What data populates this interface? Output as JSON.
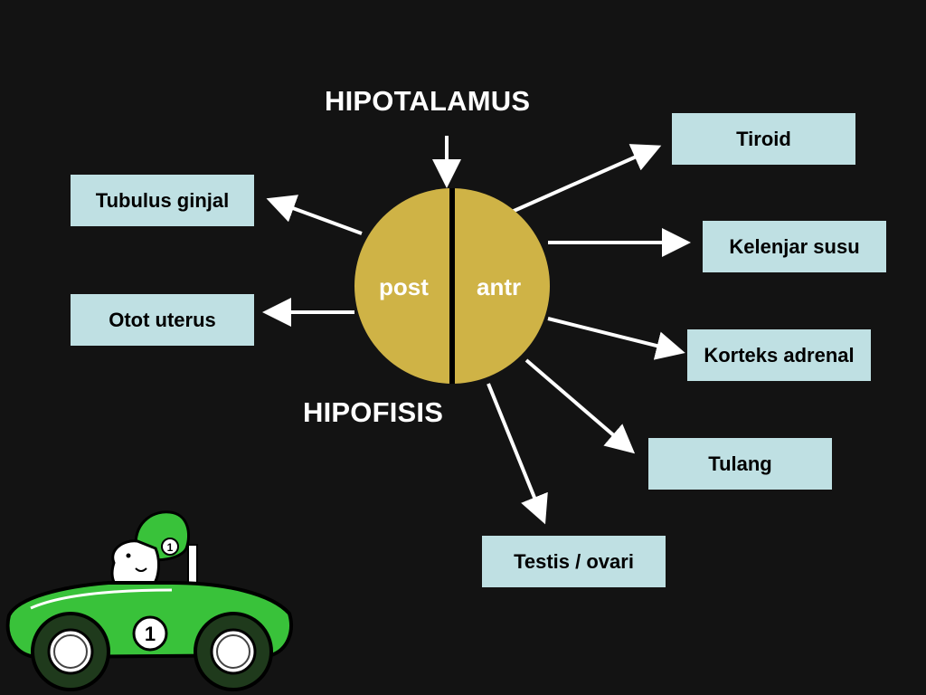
{
  "top_label": "HIPOTALAMUS",
  "bottom_label": "HIPOFISIS",
  "gland": {
    "posterior_label": "post",
    "anterior_label": "antr",
    "fill_color": "#cfb346"
  },
  "posterior_targets": [
    "Tubulus ginjal",
    "Otot uterus"
  ],
  "anterior_targets": [
    "Tiroid",
    "Kelenjar susu",
    "Korteks adrenal",
    "Tulang",
    "Testis / ovari"
  ],
  "colors": {
    "background": "#131313",
    "box_fill": "#bfe0e3",
    "arrow": "#ffffff",
    "car_green": "#39c23a"
  },
  "car": {
    "number": "1"
  }
}
